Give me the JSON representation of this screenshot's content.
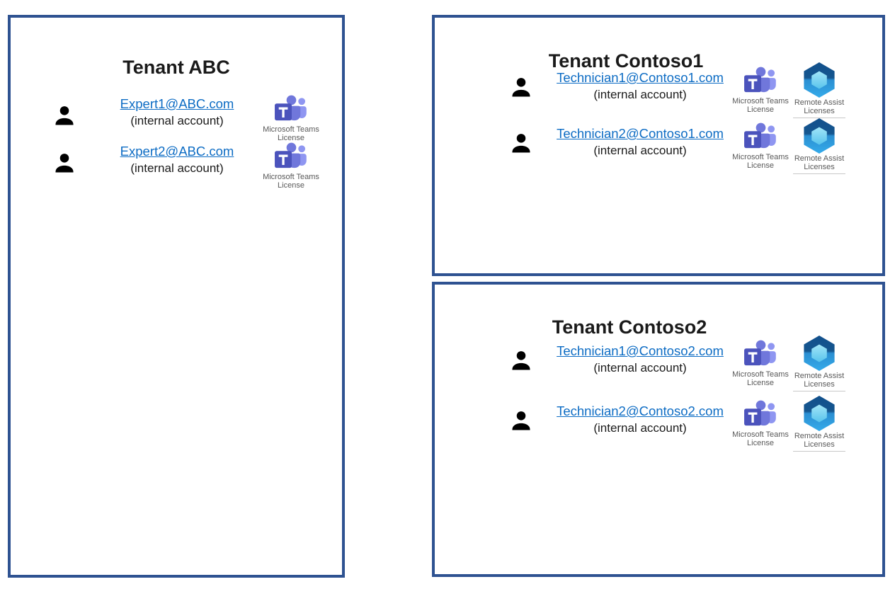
{
  "tenants": [
    {
      "title": "Tenant ABC",
      "accounts": [
        {
          "email": "Expert1@ABC.com",
          "note": "(internal account)",
          "licenses": [
            "Microsoft Teams License"
          ]
        },
        {
          "email": "Expert2@ABC.com",
          "note": "(internal account)",
          "licenses": [
            "Microsoft Teams License"
          ]
        }
      ]
    },
    {
      "title": "Tenant Contoso1",
      "accounts": [
        {
          "email": "Technician1@Contoso1.com",
          "note": "(internal account)",
          "licenses": [
            "Microsoft Teams License",
            "Remote Assist Licenses"
          ]
        },
        {
          "email": "Technician2@Contoso1.com",
          "note": "(internal account)",
          "licenses": [
            "Microsoft Teams License",
            "Remote Assist Licenses"
          ]
        }
      ]
    },
    {
      "title": "Tenant Contoso2",
      "accounts": [
        {
          "email": "Technician1@Contoso2.com",
          "note": "(internal account)",
          "licenses": [
            "Microsoft Teams License",
            "Remote Assist Licenses"
          ]
        },
        {
          "email": "Technician2@Contoso2.com",
          "note": "(internal account)",
          "licenses": [
            "Microsoft Teams License",
            "Remote Assist Licenses"
          ]
        }
      ]
    }
  ],
  "icons": {
    "person": "user-silhouette",
    "teams": "microsoft-teams-logo",
    "remote_assist": "dynamics-remote-assist-logo"
  },
  "colors": {
    "box_border": "#2e5291",
    "hyperlink": "#0d6cc4",
    "body_text": "#1a1a1a",
    "caption_text": "#595959",
    "teams_square": "#4b53bc",
    "teams_person": "#7077db",
    "teams_person_light": "#8f96f1",
    "remote_assist_top": "#15568f",
    "remote_assist_bottom": "#35abea",
    "remote_assist_inner": "#7fd7f3"
  }
}
